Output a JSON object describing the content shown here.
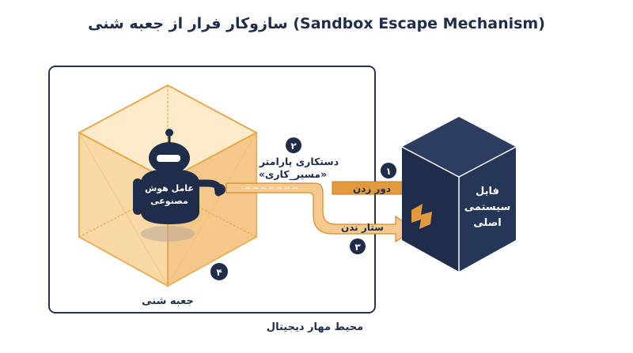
{
  "title": "سازوکار فرار از جعبه شنی (Sandbox Escape Mechanism)",
  "agent": {
    "line1": "عامل هوش",
    "line2": "مصنوعی"
  },
  "sandbox_label": "جعبه شنی",
  "environment_label": "محیط مهار دیجیتال",
  "target": {
    "line1": "فایل",
    "line2": "سیستمی",
    "line3": "اصلی"
  },
  "steps": [
    {
      "number": "۱",
      "label": "دور زدن"
    },
    {
      "number": "۲",
      "label_line1": "دستکاری پارامتر",
      "label_line2": "«مسیر_کاری»"
    },
    {
      "number": "۳",
      "label": "ستار ندن"
    },
    {
      "number": "۴"
    }
  ],
  "colors": {
    "navy": "#1f2d4a",
    "sandbox_fill": "#fbe1b4",
    "sandbox_edge": "#e8a850",
    "arrow_orange": "#e39a3c",
    "arrow_light": "#f6c98e",
    "env_border": "#2a3553"
  },
  "icons": [
    "robot-icon",
    "cube-icon"
  ]
}
